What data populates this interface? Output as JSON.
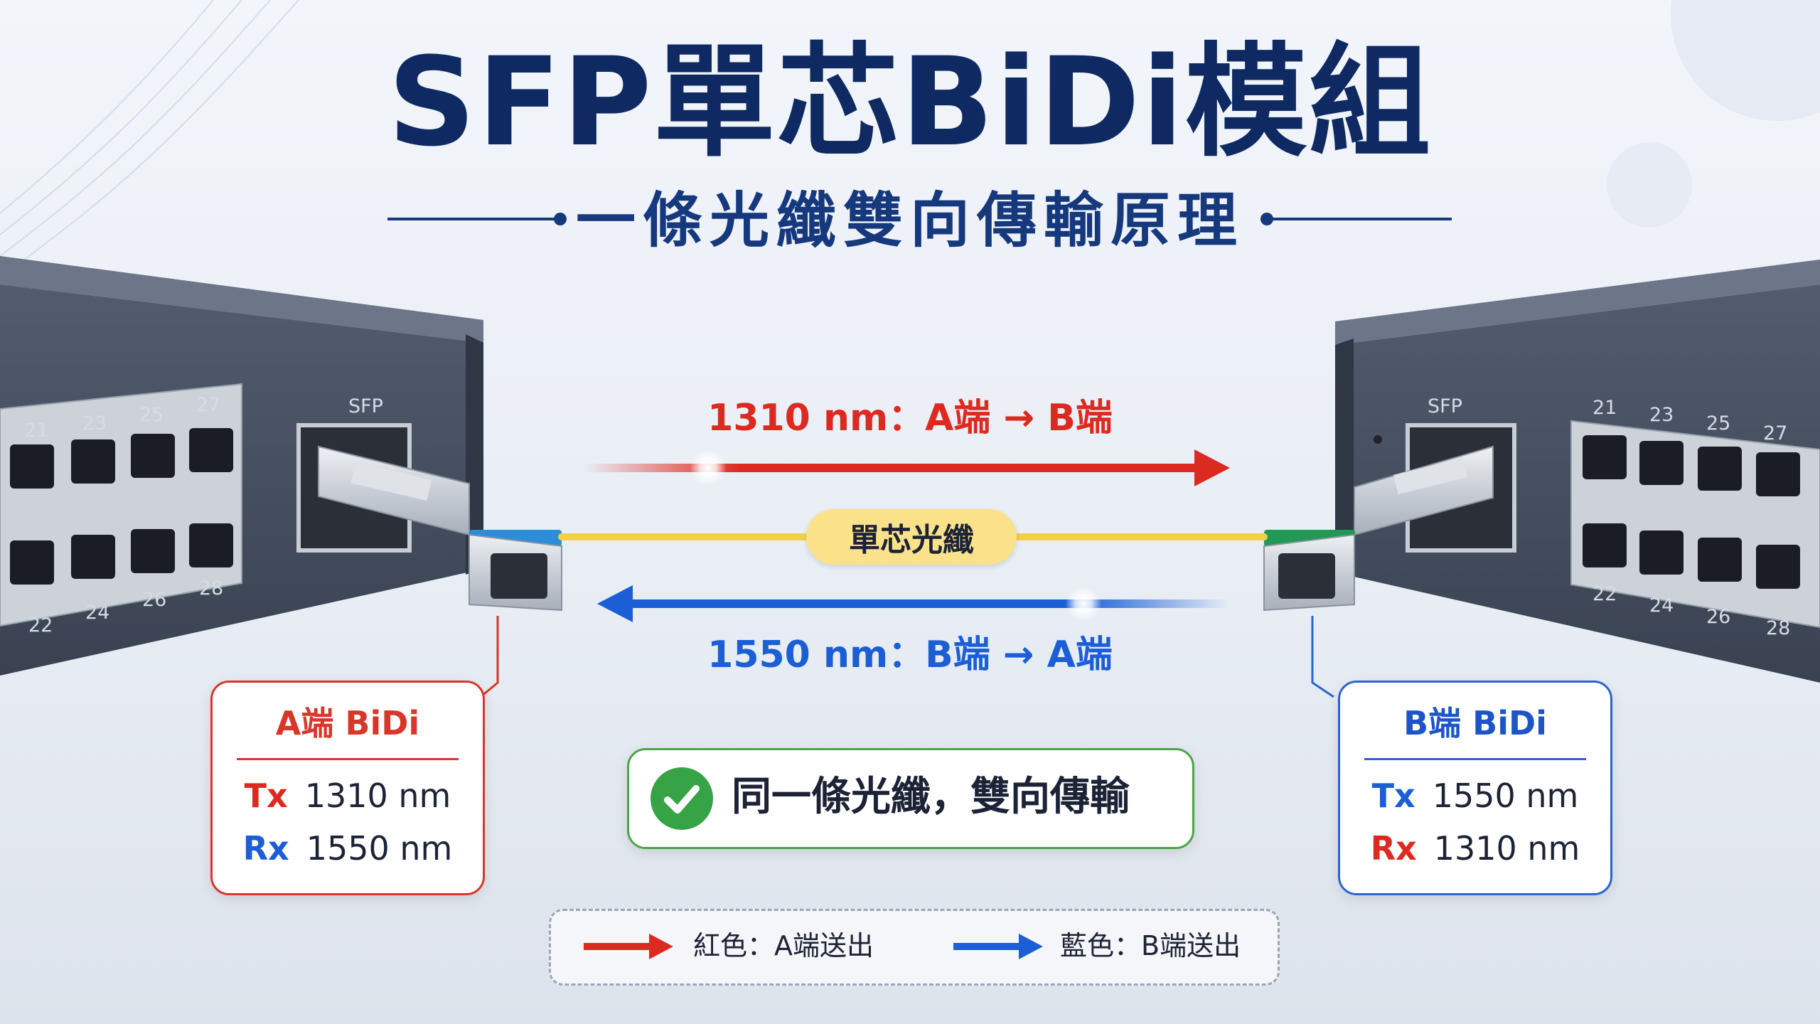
{
  "title": "SFP單芯BiDi模組",
  "subtitle": "一條光纖雙向傳輸原理",
  "beams": {
    "red_label": "1310 nm：A端 → B端",
    "blue_label": "1550 nm：B端 → A端"
  },
  "fiber_label": "單芯光纖",
  "switch_left": {
    "sfp_label": "SFP",
    "ports_top": [
      "21",
      "23",
      "25",
      "27"
    ],
    "ports_bottom": [
      "22",
      "24",
      "26",
      "28"
    ]
  },
  "switch_right": {
    "sfp_label": "SFP",
    "ports_top": [
      "21",
      "23",
      "25",
      "27"
    ],
    "ports_bottom": [
      "22",
      "24",
      "26",
      "28"
    ]
  },
  "module_a": {
    "title": "A端 BiDi",
    "tx_label": "Tx",
    "tx_value": "1310 nm",
    "rx_label": "Rx",
    "rx_value": "1550 nm"
  },
  "module_b": {
    "title": "B端 BiDi",
    "tx_label": "Tx",
    "tx_value": "1550 nm",
    "rx_label": "Rx",
    "rx_value": "1310 nm"
  },
  "summary": {
    "text": "同一條光纖，雙向傳輸",
    "icon": "check-icon"
  },
  "legend": {
    "red_text": "紅色：A端送出",
    "blue_text": "藍色：B端送出"
  },
  "colors": {
    "red": "#dd2a20",
    "blue": "#1b5ed6",
    "fiber": "#f3cf4a",
    "title": "#0f2a63",
    "green": "#36a346"
  }
}
